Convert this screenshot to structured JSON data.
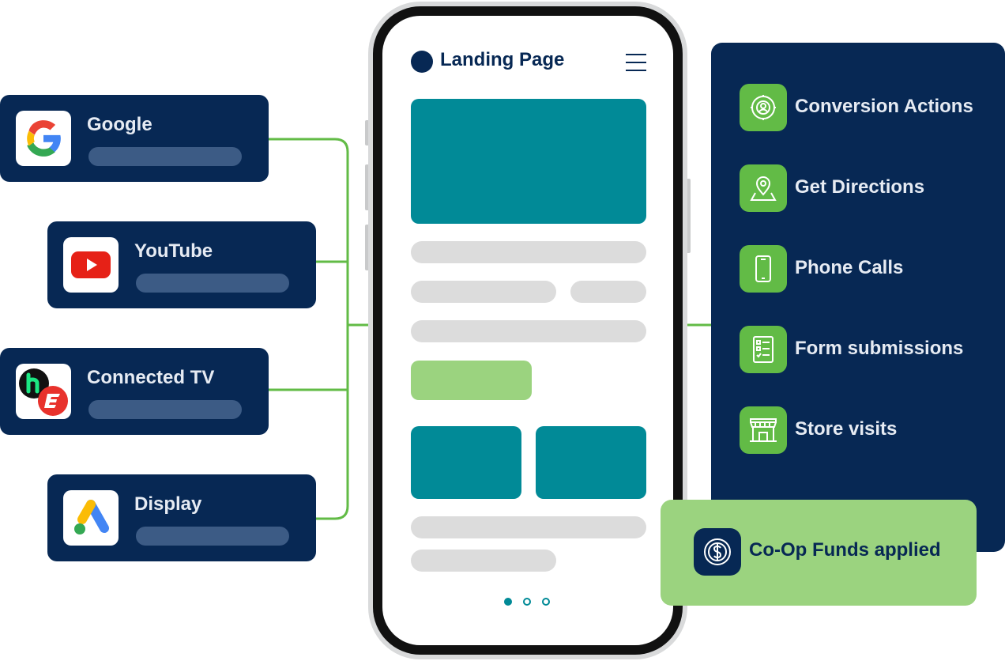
{
  "sources": [
    {
      "name": "Google",
      "icon": "google-logo-icon"
    },
    {
      "name": "YouTube",
      "icon": "youtube-logo-icon"
    },
    {
      "name": "Connected TV",
      "icon": "hulu-espn-logos-icon"
    },
    {
      "name": "Display",
      "icon": "google-ads-logo-icon"
    }
  ],
  "phone": {
    "title": "Landing Page",
    "menu_icon": "hamburger-menu-icon",
    "carousel_pages": 3,
    "carousel_active_page": 1
  },
  "outcomes": [
    {
      "label": "Conversion Actions",
      "icon": "conversion-gear-icon"
    },
    {
      "label": "Get Directions",
      "icon": "map-pin-icon"
    },
    {
      "label": "Phone Calls",
      "icon": "phone-icon"
    },
    {
      "label": "Form submissions",
      "icon": "form-icon"
    },
    {
      "label": "Store visits",
      "icon": "storefront-icon"
    }
  ],
  "coop": {
    "label": "Co-Op Funds applied",
    "icon": "dollar-coin-icon"
  },
  "colors": {
    "navy": "#072854",
    "teal": "#018a97",
    "green": "#62bb46",
    "light_green": "#9bd37f",
    "placeholder_gray": "#dcdcdc"
  }
}
